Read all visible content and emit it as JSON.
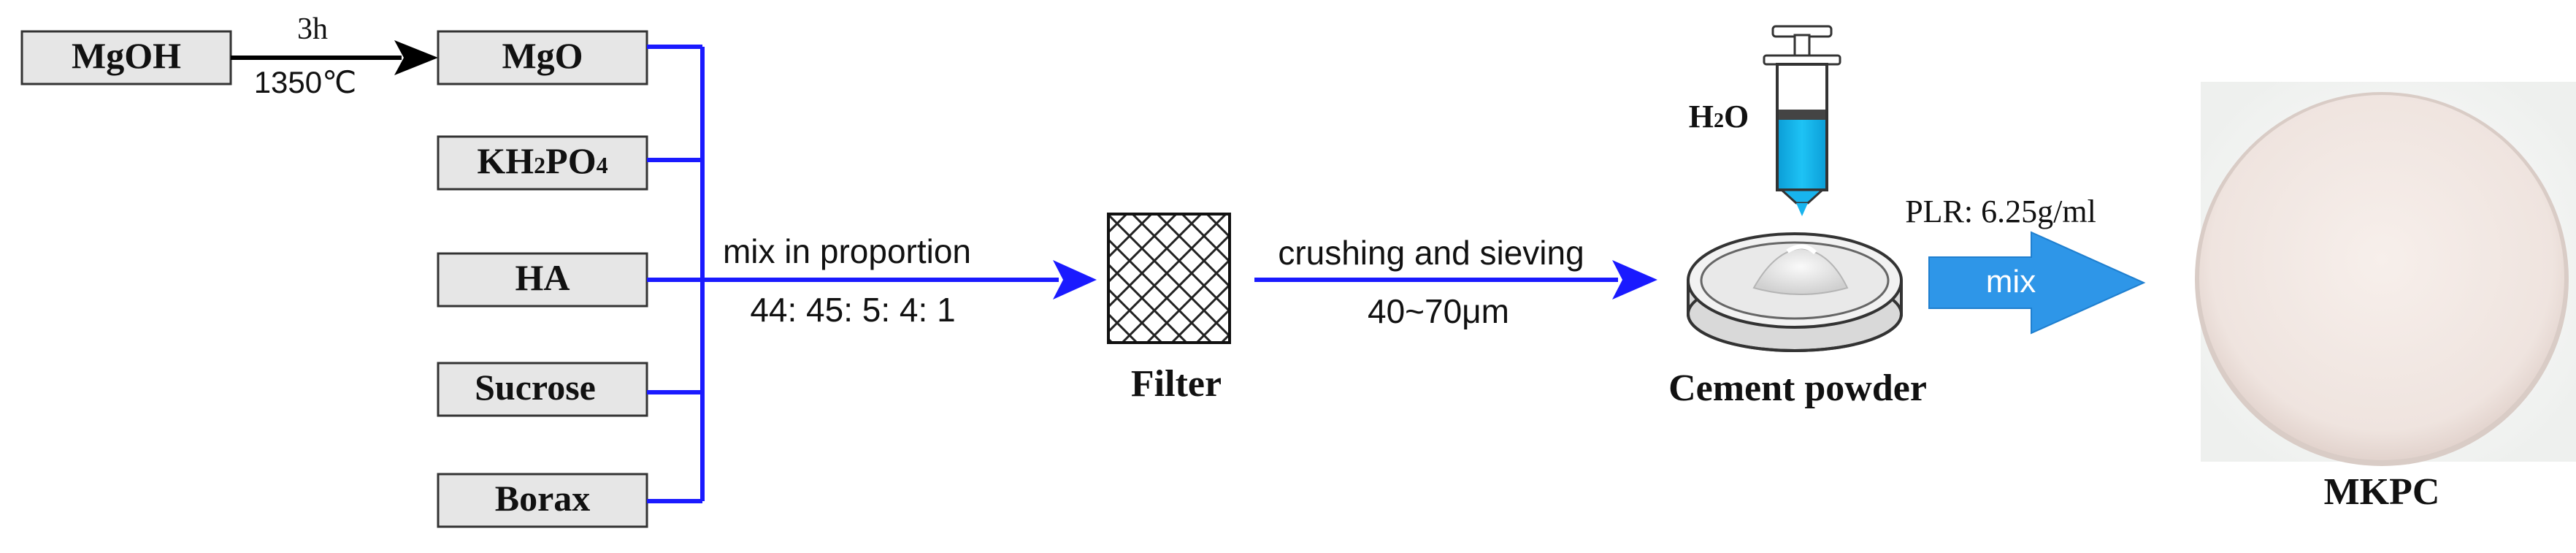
{
  "materials": {
    "raw": "MgOH",
    "calcination_time": "3h",
    "calcination_temp": "1350℃",
    "mgo": "MgO",
    "kh2po4_main": "KH",
    "kh2po4_sub2": "2",
    "kh2po4_mid": "PO",
    "kh2po4_sub4": "4",
    "ha": "HA",
    "sucrose": "Sucrose",
    "borax": "Borax"
  },
  "steps": {
    "mix_label": "mix in proportion",
    "ratio": "44: 45: 5: 4: 1",
    "filter_label": "Filter",
    "crush_label": "crushing and sieving",
    "particle_size": "40~70μm",
    "water_main": "H",
    "water_sub": "2",
    "water_end": "O",
    "cement_label": "Cement powder",
    "plr": "PLR: 6.25g/ml",
    "mix_arrow_label": "mix",
    "product_label": "MKPC"
  },
  "colors": {
    "flow_line": "#1a1aff",
    "arrow_fill": "#2e96e8",
    "syringe_liquid": "#18b4ee",
    "box_fill": "#e6e6e6",
    "sample_disc": "#f2e8e4"
  }
}
